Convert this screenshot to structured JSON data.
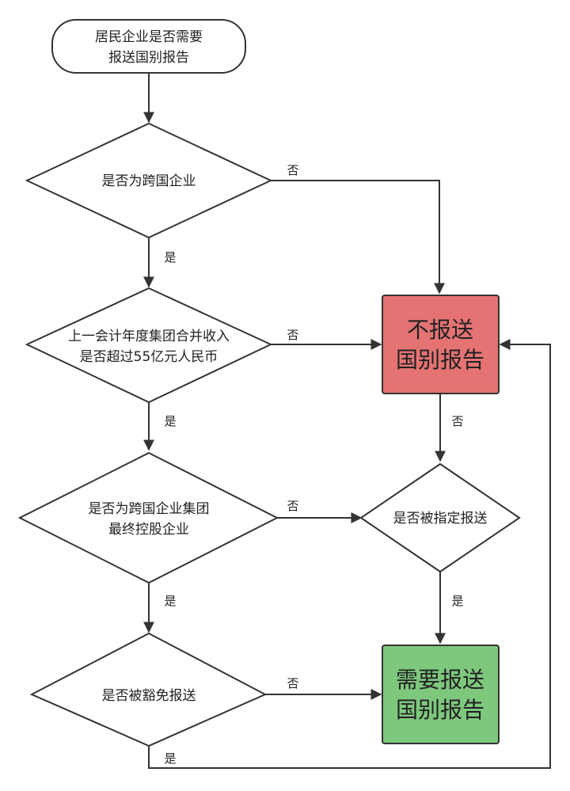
{
  "nodes": {
    "start": {
      "line1": "居民企业是否需要",
      "line2": "报送国别报告"
    },
    "q_multinational": {
      "line1": "是否为跨国企业"
    },
    "q_revenue": {
      "line1": "上一会计年度集团合并收入",
      "line2": "是否超过55亿元人民币"
    },
    "q_ultimate_parent": {
      "line1": "是否为跨国企业集团",
      "line2": "最终控股企业"
    },
    "q_exempt": {
      "line1": "是否被豁免报送"
    },
    "q_designated": {
      "line1": "是否被指定报送"
    },
    "no_report": {
      "line1": "不报送",
      "line2": "国别报告",
      "color": "#e57373"
    },
    "need_report": {
      "line1": "需要报送",
      "line2": "国别报告",
      "color": "#7ec87e"
    }
  },
  "edge_labels": {
    "q1_no": "否",
    "q1_yes": "是",
    "q2_no": "否",
    "q2_yes": "是",
    "q3_no": "否",
    "q3_yes": "是",
    "q4_no": "否",
    "q4_yes": "是",
    "noreport_no": "否",
    "q5_yes": "是"
  },
  "colors": {
    "stroke": "#333333",
    "no_report_fill": "#e57373",
    "need_report_fill": "#7ec87e"
  }
}
